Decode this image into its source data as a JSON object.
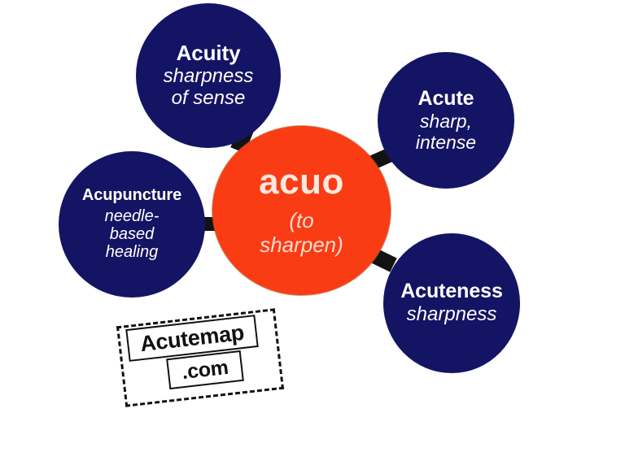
{
  "diagram": {
    "type": "word-map",
    "background_color": "#ffffff",
    "center_color": "#fa3c14",
    "branch_color": "#141464",
    "connector_color": "#121212",
    "center": {
      "word": "acuo",
      "definition": "(to\nsharpen)"
    },
    "branches": [
      {
        "id": "acuity",
        "title": "Acuity",
        "definition": "sharpness\nof sense"
      },
      {
        "id": "acute",
        "title": "Acute",
        "definition": "sharp,\nintense"
      },
      {
        "id": "acupuncture",
        "title": "Acupuncture",
        "definition": "needle-\nbased\nhealing"
      },
      {
        "id": "acuteness",
        "title": "Acuteness",
        "definition": "sharpness"
      }
    ]
  },
  "watermark": {
    "line1": "Acutemap",
    "line2": ".com"
  }
}
